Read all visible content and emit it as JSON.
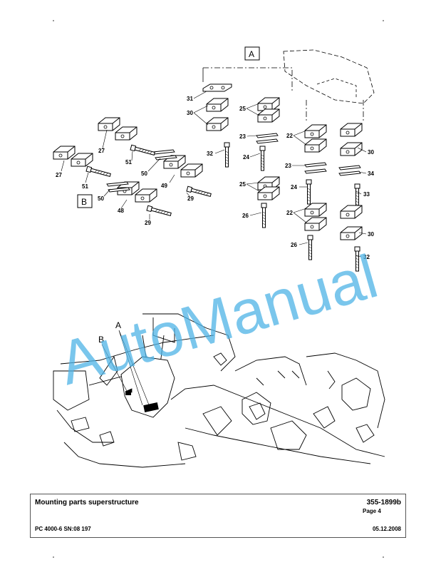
{
  "diagram": {
    "view_labels": {
      "a": "A",
      "b": "B"
    },
    "callouts": {
      "a": "A",
      "b": "B"
    },
    "part_numbers": {
      "p31": "31",
      "p30a": "30",
      "p25a": "25",
      "p23a": "23",
      "p22a": "22",
      "p30b": "30",
      "p32a": "32",
      "p24a": "24",
      "p23b": "23",
      "p34": "34",
      "p25b": "25",
      "p24b": "24",
      "p33": "33",
      "p26a": "26",
      "p22b": "22",
      "p30c": "30",
      "p26b": "26",
      "p32b": "32",
      "p27a": "27",
      "p51a": "51",
      "p50a": "50",
      "p27b": "27",
      "p51b": "51",
      "p49": "49",
      "p29a": "29",
      "p50b": "50",
      "p48": "48",
      "p29b": "29"
    },
    "watermark": "AutoManual"
  },
  "footer": {
    "title": "Mounting parts superstructure",
    "doc_code": "355-1899b",
    "page": "Page 4",
    "model": "PC 4000-6 SN:08 197",
    "date": "05.12.2008"
  }
}
